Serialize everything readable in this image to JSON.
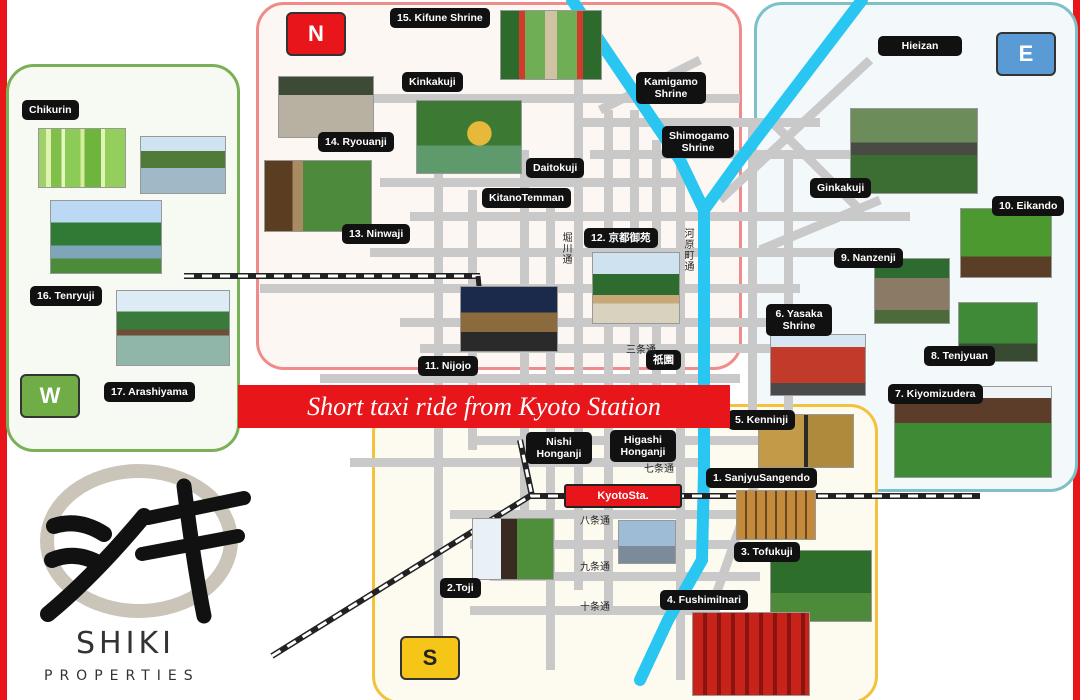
{
  "banner": "Short taxi ride from Kyoto Station",
  "station": "KyotoSta.",
  "regions": {
    "north": {
      "badge": "N",
      "color": "#e8161b"
    },
    "east": {
      "badge": "E",
      "color": "#5b9bd5"
    },
    "west": {
      "badge": "W",
      "color": "#70ad47"
    },
    "south": {
      "badge": "S",
      "color": "#f5c518"
    }
  },
  "landmarks": {
    "chikurin": "Chikurin",
    "tenryuji": "16. Tenryuji",
    "arashiyama": "17. Arashiyama",
    "kifune": "15. Kifune Shrine",
    "kinkakuji": "Kinkakuji",
    "ryouanji": "14. Ryouanji",
    "ninwaji": "13. Ninwaji",
    "daitokuji": "Daitokuji",
    "kitanotemman": "KitanoTemman",
    "kamigamo": "Kamigamo Shrine",
    "shimogamo": "Shimogamo Shrine",
    "gosho": "12. 京都御苑",
    "nijojo": "11. Nijojo",
    "hieizan": "Hieizan",
    "ginkakuji": "Ginkakuji",
    "eikando": "10. Eikando",
    "nanzenji": "9. Nanzenji",
    "yasaka": "6. Yasaka Shrine",
    "tenjyuan": "8. Tenjyuan",
    "kiyomizudera": "7. Kiyomizudera",
    "kenninji": "5. Kenninji",
    "nishi_honganji": "Nishi Honganji",
    "higashi_honganji": "Higashi Honganji",
    "sanjyusangendo": "1. SanjyuSangendo",
    "tofukuji": "3. Tofukuji",
    "toji": "2.Toji",
    "fushimiinari": "4. FushimiInari",
    "gion": "祇園"
  },
  "streets": {
    "horikawa": "堀川通",
    "kawaramachi": "河原町通",
    "sanjo": "三条通",
    "shichijo": "七条通",
    "hachijo": "八条通",
    "kujo": "九条通",
    "jujo": "十条通"
  },
  "logo": {
    "brand": "SHIKI",
    "tagline": "PROPERTIES"
  },
  "colors": {
    "frame": "#e8161b",
    "river": "#29c6f2",
    "road": "#c9c9c9",
    "label_bg": "#111111"
  }
}
